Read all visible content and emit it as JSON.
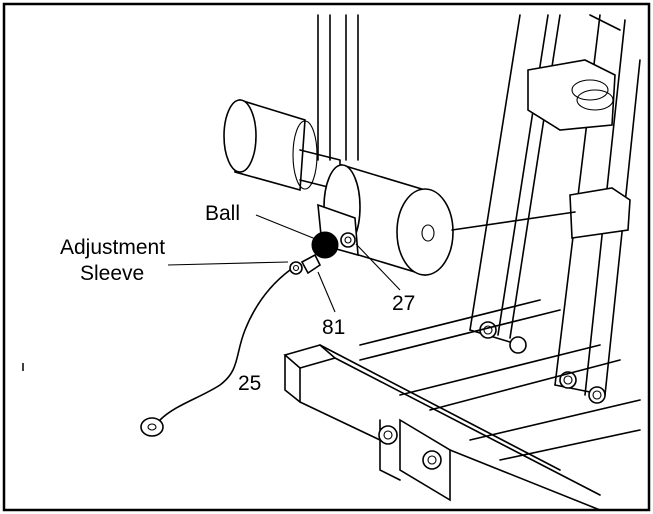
{
  "callouts": {
    "ball": "Ball",
    "adjustment_line1": "Adjustment",
    "adjustment_line2": "Sleeve",
    "part_27": "27",
    "part_81": "81",
    "part_25": "25"
  }
}
